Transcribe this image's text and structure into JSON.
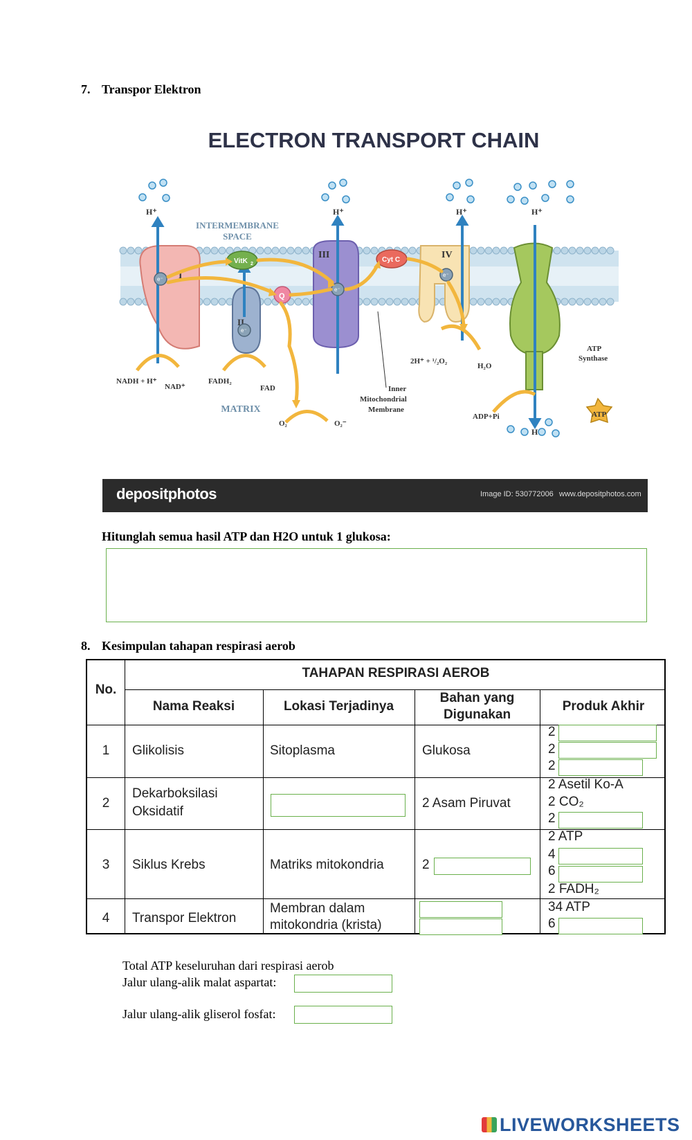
{
  "section7": {
    "number": "7.",
    "title": "Transpor Elektron"
  },
  "diagram": {
    "title": "ELECTRON TRANSPORT CHAIN",
    "labels": {
      "intermembrane": "INTERMEMBRANE",
      "space": "SPACE",
      "matrix": "MATRIX",
      "complex1": "I",
      "complex2": "II",
      "complex3": "III",
      "complex4": "IV",
      "vitk": "VitK",
      "vitk_sub": "2",
      "q": "Q",
      "cytc": "Cyt C",
      "electron": "e⁻",
      "hplus": "H⁺",
      "nadh": "NADH + H⁺",
      "nad": "NAD⁺",
      "fadh2": "FADH₂",
      "fad": "FAD",
      "o2": "O₂",
      "o2minus": "O₂⁻",
      "water_in": "2H⁺ + ¹/₂O₂",
      "water_out": "H₂O",
      "inner1": "Inner",
      "inner2": "Mitochondrial",
      "inner3": "Membrane",
      "atp_synthase1": "ATP",
      "atp_synthase2": "Synthase",
      "adp_pi": "ADP+Pi",
      "atp": "ATP"
    },
    "watermark_bar": {
      "logo": "depositphotos",
      "image_id": "Image ID: 530772006",
      "url": "www.depositphotos.com"
    }
  },
  "question7": {
    "prompt": "Hitunglah semua hasil ATP dan H2O untuk 1 glukosa:",
    "answer": ""
  },
  "section8": {
    "number": "8.",
    "title": "Kesimpulan tahapan respirasi aerob"
  },
  "table": {
    "title": "TAHAPAN RESPIRASI AEROB",
    "headers": {
      "no": "No.",
      "nama": "Nama Reaksi",
      "lokasi": "Lokasi Terjadinya",
      "bahan1": "Bahan yang",
      "bahan2": "Digunakan",
      "produk": "Produk Akhir"
    },
    "rows": [
      {
        "no": "1",
        "nama": "Glikolisis",
        "lokasi": "Sitoplasma",
        "bahan": "Glukosa",
        "produk": [
          "2",
          "2",
          "2"
        ]
      },
      {
        "no": "2",
        "nama1": "Dekarboksilasi",
        "nama2": "Oksidatif",
        "bahan": "2 Asam Piruvat",
        "produk": [
          "2 Asetil Ko-A",
          "2 CO₂",
          "2"
        ]
      },
      {
        "no": "3",
        "nama": "Siklus Krebs",
        "lokasi": "Matriks mitokondria",
        "bahan": "2",
        "produk": [
          "2 ATP",
          "4",
          "6",
          "2 FADH₂"
        ]
      },
      {
        "no": "4",
        "nama": "Transpor Elektron",
        "lokasi1": "Membran dalam",
        "lokasi2": "mitokondria (krista)",
        "produk": [
          "34 ATP",
          "6"
        ]
      }
    ]
  },
  "totals": {
    "heading": "Total ATP keseluruhan dari respirasi aerob",
    "malat": "Jalur ulang-alik malat aspartat:",
    "gliserol": "Jalur ulang-alik gliserol fosfat:"
  },
  "footer": {
    "brand": "LIVEWORKSHEETS"
  }
}
